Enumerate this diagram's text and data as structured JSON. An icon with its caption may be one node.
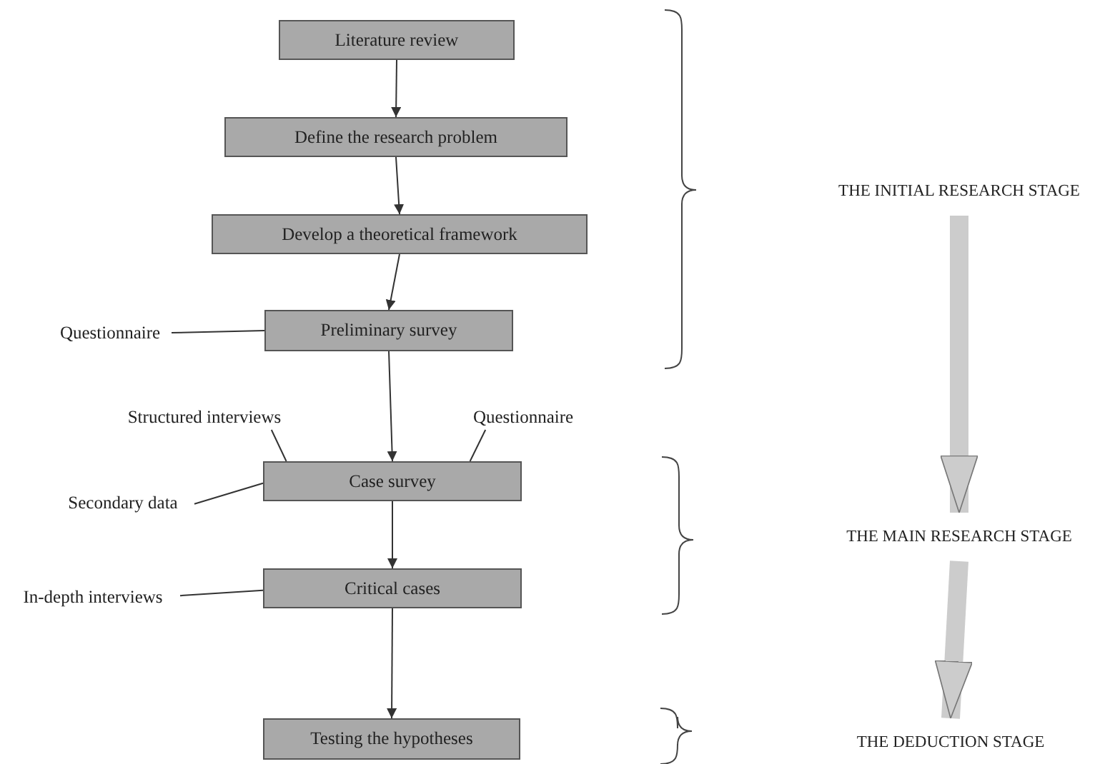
{
  "diagram": {
    "nodes": [
      {
        "text": [
          "Literature review"
        ]
      },
      {
        "text": [
          "Define the research problem"
        ]
      },
      {
        "text": [
          "Develop a theoretical framework"
        ]
      },
      {
        "text": [
          "Preliminary survey"
        ]
      },
      {
        "text": [
          "Case survey"
        ]
      },
      {
        "text": [
          "Critical cases"
        ]
      },
      {
        "text": [
          "Testing the hypotheses"
        ]
      },
      {
        "text": [
          "Questionnaire"
        ]
      },
      {
        "text": [
          "Structured interviews"
        ]
      },
      {
        "text": [
          "Questionnaire"
        ]
      },
      {
        "text": [
          "Secondary data"
        ]
      },
      {
        "text": [
          "In-depth interviews"
        ]
      },
      {
        "text": [
          "THE INITIAL RESEARCH STAGE"
        ]
      },
      {
        "text": [
          "THE MAIN RESEARCH STAGE"
        ]
      },
      {
        "text": [
          "THE DEDUCTION STAGE"
        ]
      }
    ],
    "edges": [
      {
        "from": 0,
        "to": 1,
        "arrow": "to"
      },
      {
        "from": 1,
        "to": 2,
        "arrow": "to"
      },
      {
        "from": 2,
        "to": 3,
        "arrow": "to"
      },
      {
        "from": 3,
        "to": 4,
        "arrow": "to"
      },
      {
        "from": 4,
        "to": 5,
        "arrow": "to"
      },
      {
        "from": 5,
        "to": 6,
        "arrow": "to"
      },
      {
        "from": 7,
        "to": 3,
        "arrow": "none"
      },
      {
        "from": 8,
        "to": 4,
        "arrow": "none"
      },
      {
        "from": 9,
        "to": 4,
        "arrow": "none"
      },
      {
        "from": 10,
        "to": 4,
        "arrow": "none"
      },
      {
        "from": 11,
        "to": 5,
        "arrow": "none"
      },
      {
        "from": 12,
        "to": 13,
        "arrow": "to",
        "style": "thick",
        "color": "#cccccc"
      },
      {
        "from": 13,
        "to": 14,
        "arrow": "to",
        "style": "thick",
        "color": "#cccccc"
      }
    ]
  }
}
